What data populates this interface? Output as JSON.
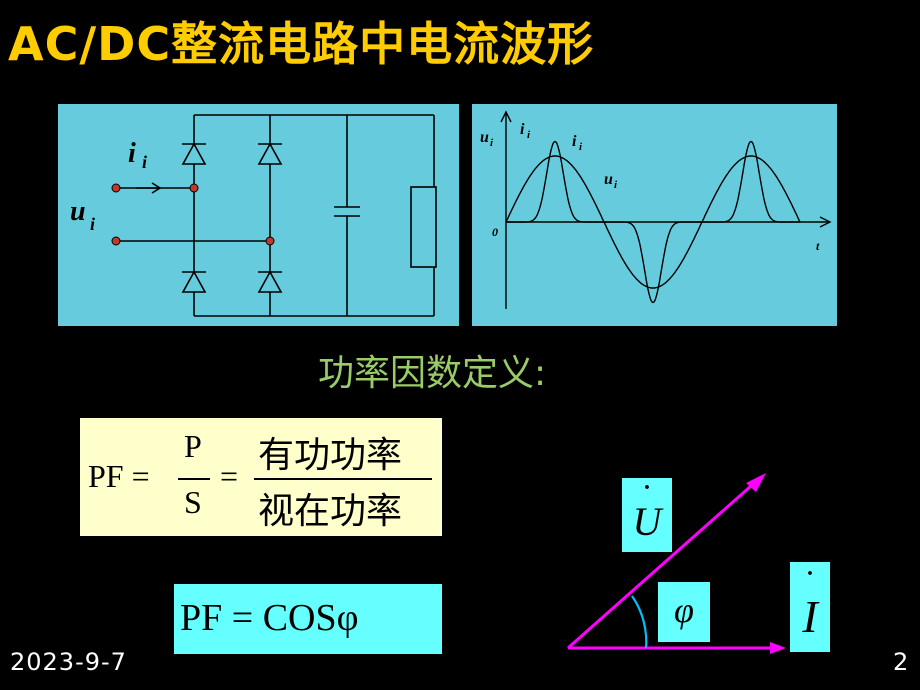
{
  "title": "AC/DC整流电路中电流波形",
  "circuit": {
    "current_label": "i",
    "current_sub": "i",
    "voltage_label": "u",
    "voltage_sub": "i"
  },
  "waveform": {
    "u_axis_label": "u",
    "u_axis_sub": "i",
    "i_axis_label": "i",
    "i_axis_sub": "i",
    "i_curve_label": "i",
    "i_curve_sub": "i",
    "u_curve_label": "u",
    "u_curve_sub": "i",
    "origin_label": "0",
    "t_label": "t"
  },
  "pf_heading": "功率因数定义:",
  "pf_formula": {
    "lhs": "PF =",
    "num": "P",
    "den": "S",
    "eq2": "=",
    "num_text": "有功功率",
    "den_text": "视在功率"
  },
  "pf_cos": "PF = COSφ",
  "phasor": {
    "u_dot": "·",
    "u_label": "U",
    "i_dot": "·",
    "i_label": "I",
    "angle_label": "φ"
  },
  "footer": {
    "date": "2023-9-7",
    "page": "2"
  },
  "colors": {
    "background": "#000000",
    "title": "#FFCC00",
    "heading": "#99CC66",
    "cyan_panel": "#66CCDD",
    "formula_bg": "#FFFFCC",
    "cyan_label": "#66FFFF",
    "phasor_line": "#FF00FF"
  }
}
